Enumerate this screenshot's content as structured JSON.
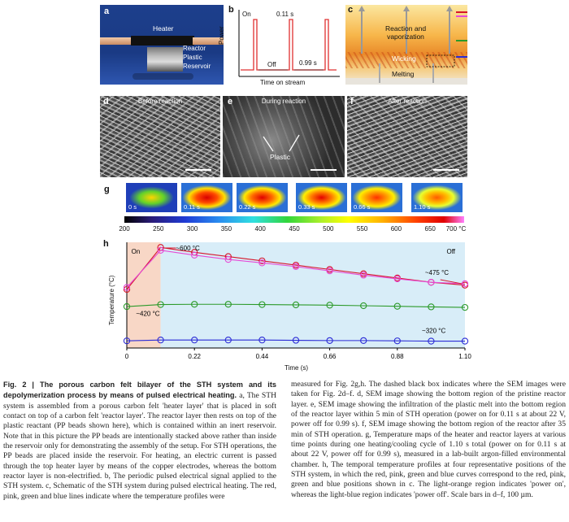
{
  "panel_a": {
    "label": "a",
    "heater": "Heater",
    "reactor": "Reactor",
    "plastic": "Plastic",
    "reservoir": "Reservoir"
  },
  "panel_b": {
    "label": "b",
    "ylabel": "Power",
    "xlabel": "Time on stream",
    "on": "On",
    "off": "Off",
    "on_time": "0.11 s",
    "off_time": "0.99 s"
  },
  "panel_c": {
    "label": "c",
    "reaction": "Reaction and vaporization",
    "wicking": "Wicking",
    "melting": "Melting"
  },
  "panel_d": {
    "label": "d",
    "title": "Before reaction"
  },
  "panel_e": {
    "label": "e",
    "title": "During reaction",
    "annotation": "Plastic"
  },
  "panel_f": {
    "label": "f",
    "title": "After reaction"
  },
  "panel_g": {
    "label": "g",
    "frames": [
      "0 s",
      "0.11 s",
      "0.22 s",
      "0.33 s",
      "0.66 s",
      "1.10 s"
    ],
    "colorbar_ticks": [
      "200",
      "250",
      "300",
      "350",
      "400",
      "450",
      "500",
      "550",
      "600",
      "650",
      "700 °C"
    ]
  },
  "chart_data": {
    "type": "line",
    "title": "",
    "xlabel": "Time (s)",
    "ylabel": "Temperature (°C)",
    "xticks": [
      "0",
      "0.22",
      "0.44",
      "0.66",
      "0.88",
      "1.10"
    ],
    "xlim": [
      0,
      1.1
    ],
    "ylim": [
      280,
      650
    ],
    "on_label": "On",
    "off_label": "Off",
    "annotations": [
      "~600 °C",
      "~475 °C",
      "~420 °C",
      "~320 °C"
    ],
    "x": [
      0,
      0.11,
      0.22,
      0.33,
      0.44,
      0.55,
      0.66,
      0.77,
      0.88,
      0.99,
      1.1
    ],
    "series": [
      {
        "color": "#d6162a",
        "values": [
          485,
          632,
          615,
          600,
          585,
          570,
          555,
          540,
          525,
          510,
          500
        ]
      },
      {
        "color": "#e64ad6",
        "values": [
          492,
          622,
          605,
          590,
          578,
          565,
          550,
          535,
          522,
          510,
          505
        ]
      },
      {
        "color": "#2c9a2a",
        "values": [
          425,
          432,
          433,
          433,
          432,
          431,
          430,
          428,
          426,
          424,
          422
        ]
      },
      {
        "color": "#2b2bd6",
        "values": [
          305,
          308,
          308,
          308,
          308,
          307,
          306,
          306,
          305,
          304,
          304
        ]
      }
    ],
    "colors": {
      "on_region": "#f8d7c6",
      "off_region": "#d8edf8"
    }
  },
  "panel_h": {
    "label": "h"
  },
  "caption": {
    "fig": "Fig. 2 | The porous carbon felt bilayer of the STH system and its depolymerization process by means of pulsed electrical heating.",
    "left": " a, The STH system is assembled from a porous carbon felt 'heater layer' that is placed in soft contact on top of a carbon felt 'reactor layer'. The reactor layer then rests on top of the plastic reactant (PP beads shown here), which is contained within an inert reservoir. Note that in this picture the PP beads are intentionally stacked above rather than inside the reservoir only for demonstrating the assembly of the setup. For STH operations, the PP beads are placed inside the reservoir. For heating, an electric current is passed through the top heater layer by means of the copper electrodes, whereas the bottom reactor layer is non-electrified. b, The periodic pulsed electrical signal applied to the STH system. c, Schematic of the STH system during pulsed electrical heating. The red, pink, green and blue lines indicate where the temperature profiles were",
    "right": "measured for Fig. 2g,h. The dashed black box indicates where the SEM images were taken for Fig. 2d–f. d, SEM image showing the bottom region of the pristine reactor layer. e, SEM image showing the infiltration of the plastic melt into the bottom region of the reactor layer within 5 min of STH operation (power on for 0.11 s at about 22 V, power off for 0.99 s). f, SEM image showing the bottom region of the reactor after 35 min of STH operation. g, Temperature maps of the heater and reactor layers at various time points during one heating/cooling cycle of 1.10 s total (power on for 0.11 s at about 22 V, power off for 0.99 s), measured in a lab-built argon-filled environmental chamber. h, The temporal temperature profiles at four representative positions of the STH system, in which the red, pink, green and blue curves correspond to the red, pink, green and blue positions shown in c. The light-orange region indicates 'power on', whereas the light-blue region indicates 'power off'. Scale bars in d–f, 100 µm."
  }
}
